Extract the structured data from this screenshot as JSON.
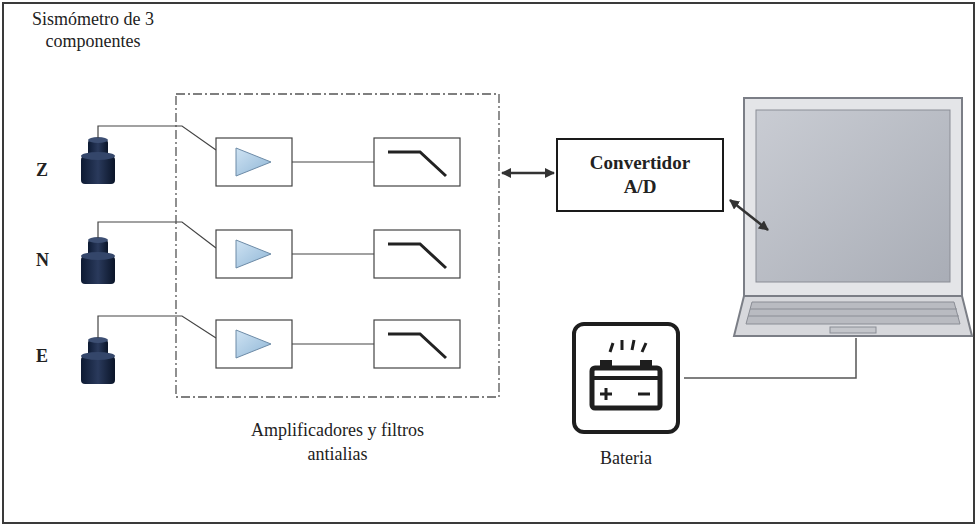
{
  "diagram": {
    "title": "Sismómetro de 3 componentes",
    "nodes": [
      {
        "text": [
          "Amplificadores y filtros antialias"
        ]
      },
      {
        "text": [
          "Convertidor A/D"
        ]
      },
      {
        "text": [
          "Bateria"
        ]
      }
    ],
    "edges": [
      {
        "from": 0,
        "to": 1,
        "arrow": "both"
      }
    ],
    "labels": [
      "Z",
      "N",
      "E"
    ]
  }
}
